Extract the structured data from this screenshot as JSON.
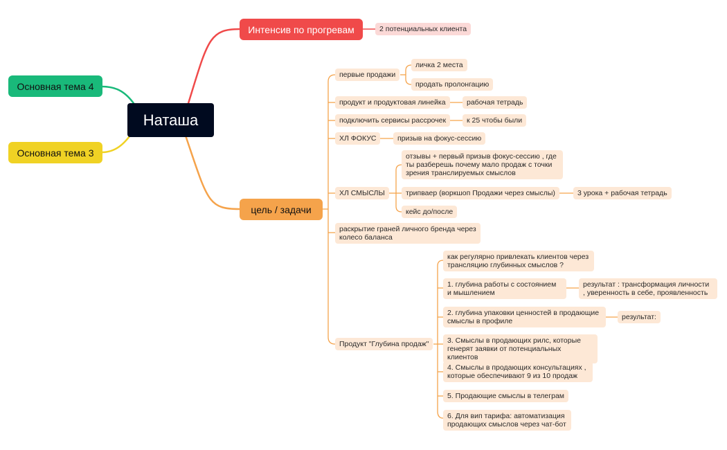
{
  "root": "Наташа",
  "topics": {
    "intensive": "Интенсив по прогревам",
    "theme4": "Основная тема 4",
    "theme3": "Основная тема 3",
    "goals": "цель /  задачи"
  },
  "colors": {
    "root": "#000a1f",
    "intensive": "#f04a4a",
    "theme4": "#19b97a",
    "theme3": "#f0d224",
    "goals": "#f5a34b",
    "leaf": "#fde8d6"
  },
  "leaves": {
    "intensive_1": "2 потенциальных клиента",
    "first_sales": "первые продажи",
    "first_sales_1": "личка 2 места",
    "first_sales_2": "продать пролонгацию",
    "product_line": "продукт и продуктовая линейка",
    "product_line_1": "рабочая тетрадь",
    "installments": "подключить сервисы рассрочек",
    "installments_1": "к 25 чтобы были",
    "hl_focus": "ХЛ ФОКУС",
    "hl_focus_1": "призыв на фокус-сессию",
    "hl_meanings": "ХЛ СМЫСЛЫ",
    "hl_meanings_1": "отзывы + первый призыв фокус-сессию , где ты разберешь почему мало продаж с точки зрения транслируемых смыслов",
    "hl_meanings_2": "трипваер (воркшоп Продажи через смыслы)",
    "hl_meanings_2_1": "3 урока + рабочая тетрадь",
    "hl_meanings_3": "кейс до/после",
    "brand": "раскрытие граней личного бренда через колесо баланса",
    "product_depth": "Продукт \"Глубина продаж\"",
    "pd_1": "как регулярно привлекать клиентов через трансляцию глубинных смыслов ?",
    "pd_2": "1. глубина работы с состоянием и мышлением",
    "pd_2_1": "результат : трансформация личности , уверенность в себе, проявленность",
    "pd_3": "2. глубина упаковки ценностей в продающие смыслы в профиле",
    "pd_3_1": "результат:",
    "pd_4": "3. Смыслы в продающих рилс, которые генерят заявки от потенциальных клиентов",
    "pd_5": "4. Смыслы в продающих консультациях , которые обеспечивают 9 из 10 продаж",
    "pd_6": "5. Продающие смыслы в телеграм",
    "pd_7": "6. Для вип тарифа: автоматизация продающих смыслов через чат-бот"
  }
}
